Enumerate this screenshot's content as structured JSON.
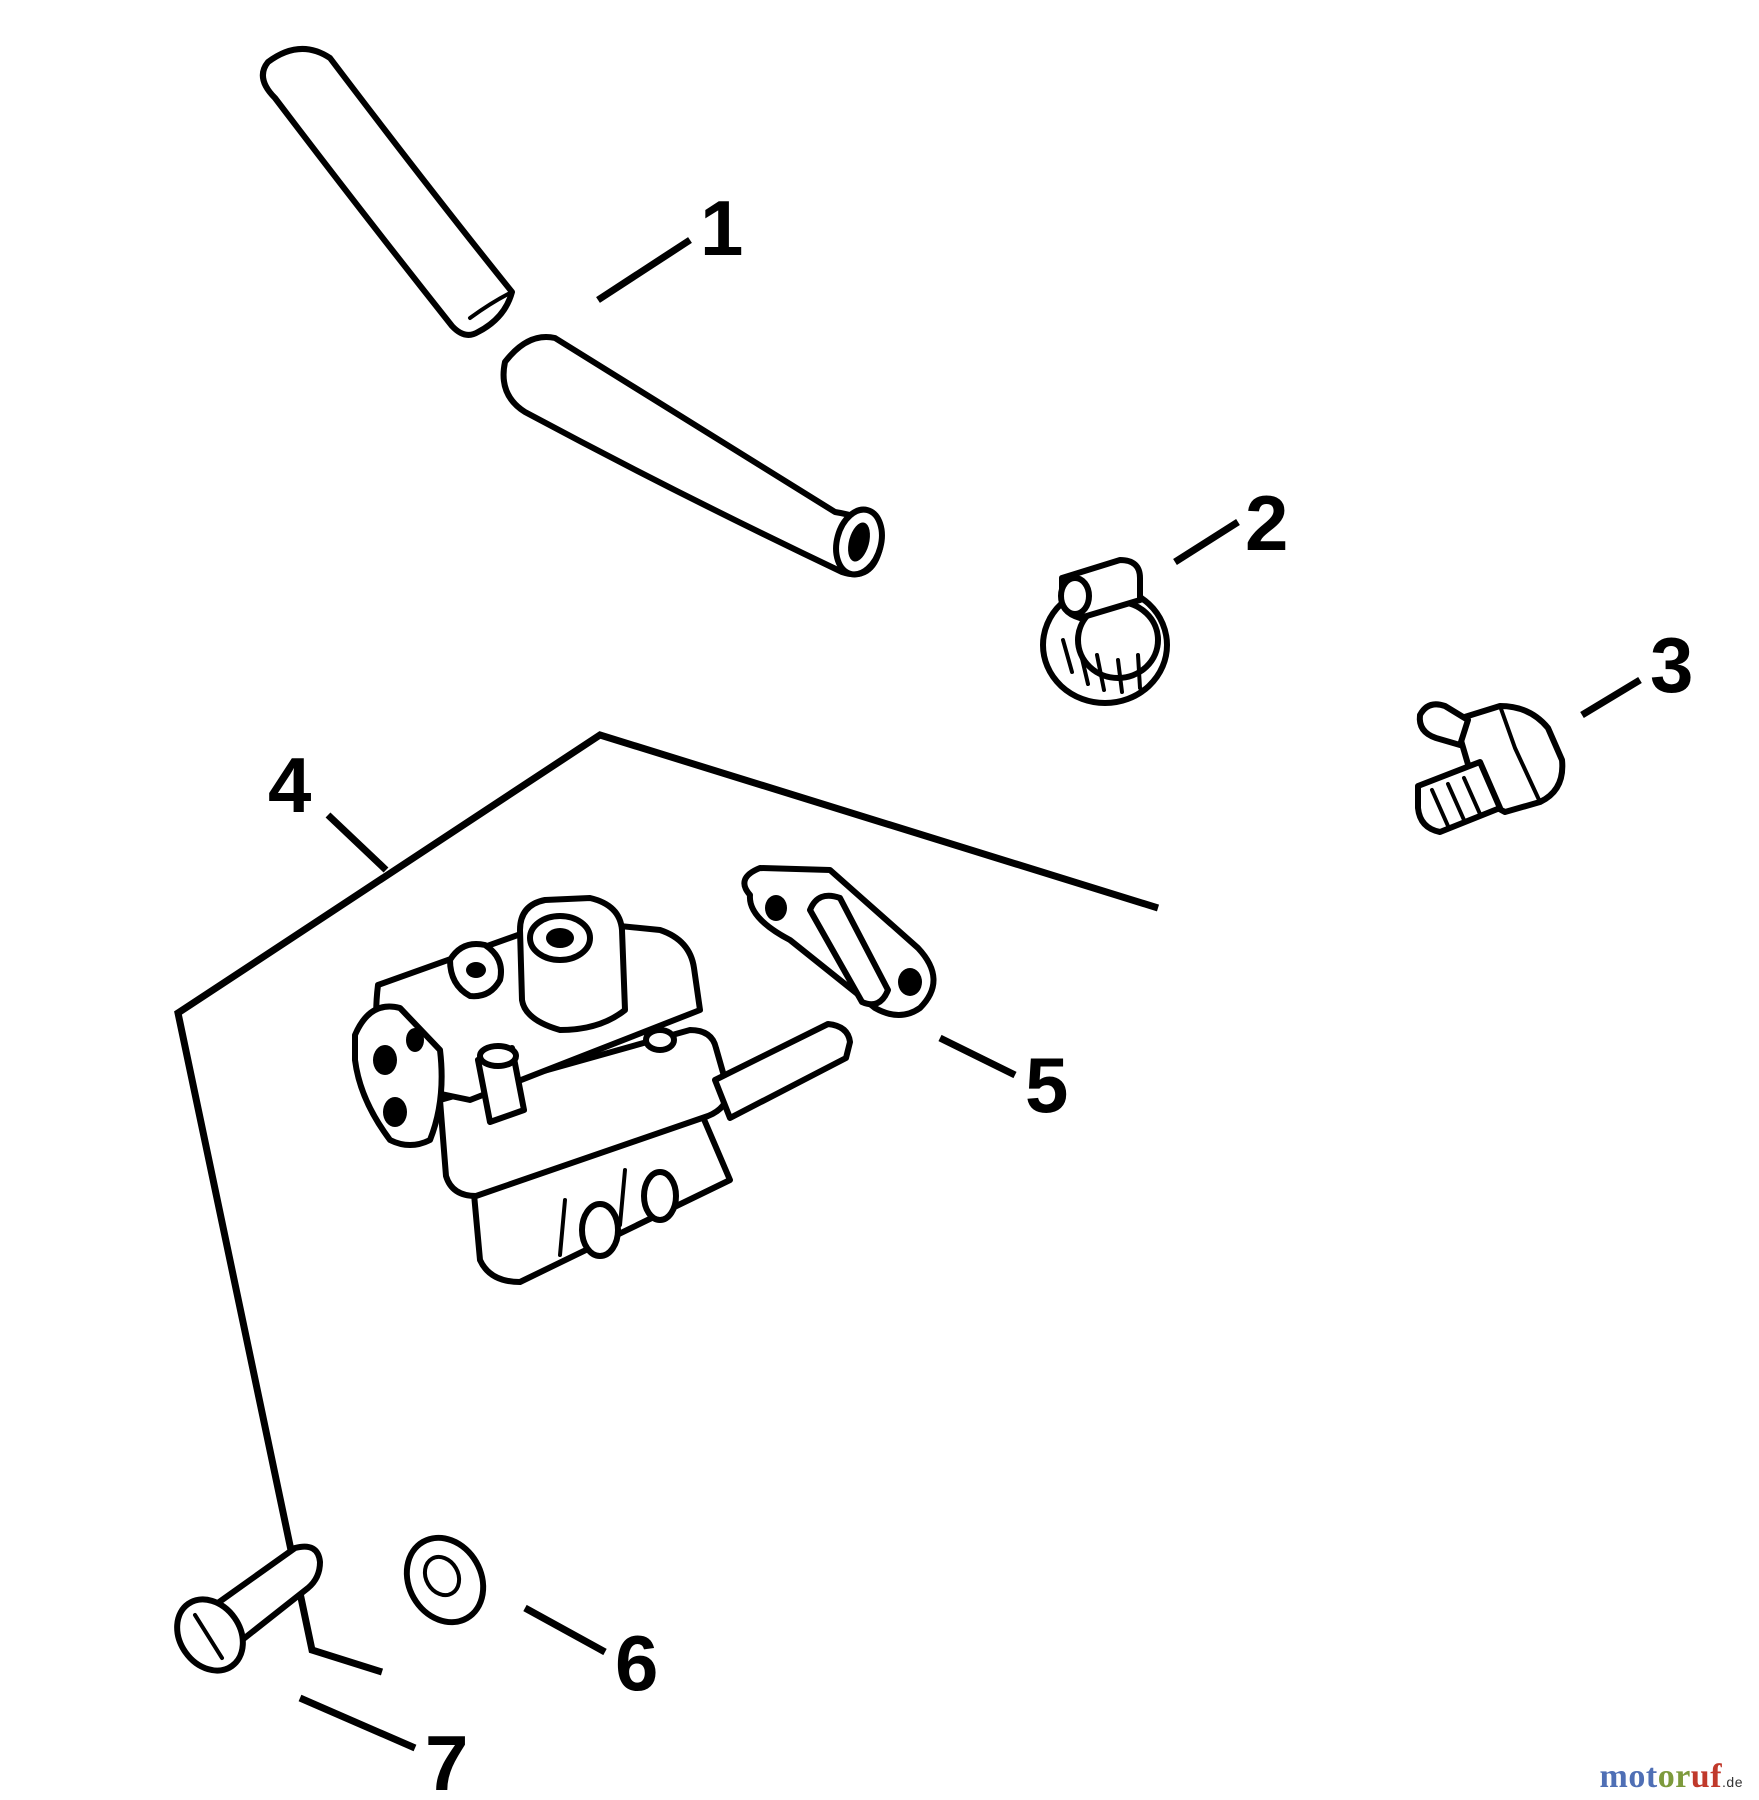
{
  "diagram": {
    "callouts": [
      {
        "id": "1",
        "label": "1"
      },
      {
        "id": "2",
        "label": "2"
      },
      {
        "id": "3",
        "label": "3"
      },
      {
        "id": "4",
        "label": "4"
      },
      {
        "id": "5",
        "label": "5"
      },
      {
        "id": "6",
        "label": "6"
      },
      {
        "id": "7",
        "label": "7"
      }
    ]
  },
  "watermark": {
    "part_a": "mot",
    "part_b": "or",
    "part_c": "uf",
    "suffix": ".de"
  },
  "colors": {
    "line": "#000000",
    "background": "#ffffff",
    "watermark_blue": "#4f6fb5",
    "watermark_green": "#7d9a3c",
    "watermark_red": "#c0392b"
  }
}
